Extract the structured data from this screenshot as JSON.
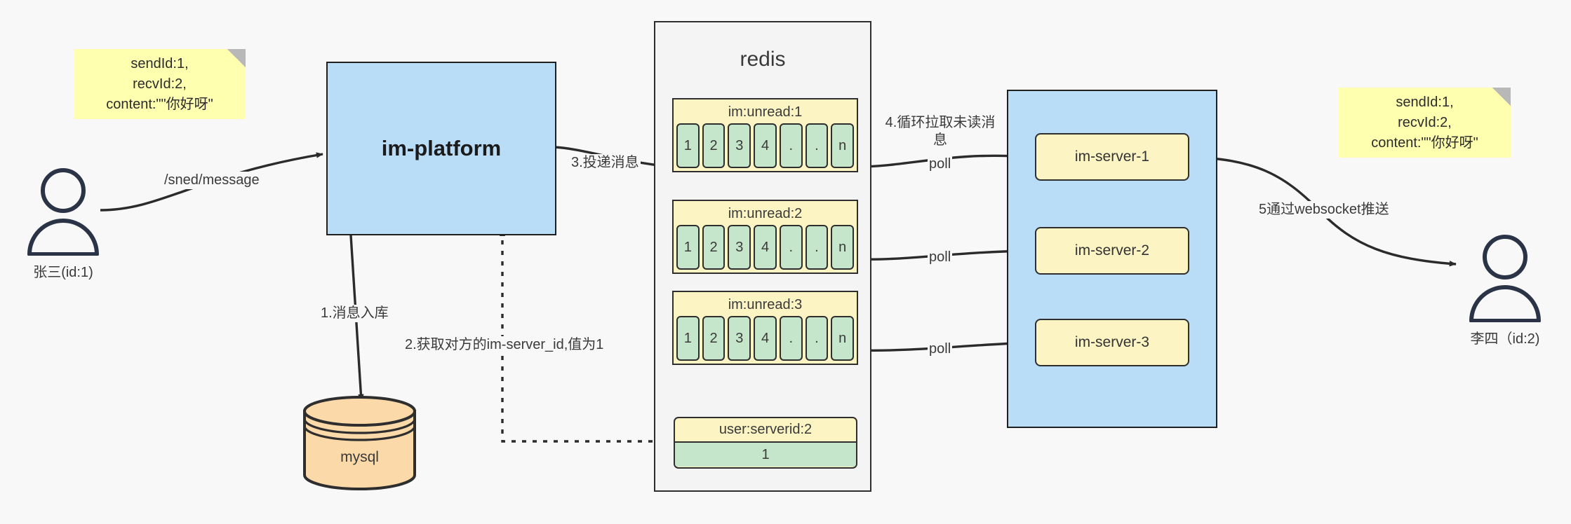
{
  "diagram": {
    "title": "IM message delivery architecture",
    "colors": {
      "note": "#ffffb0",
      "blue": "#b9dcf7",
      "yellow": "#fdf4c3",
      "green": "#c6e6cb",
      "orange": "#fcd9a8",
      "stroke": "#2e2e2e",
      "canvas": "#f8f8f8"
    }
  },
  "notes": {
    "left": "sendId:1,\nrecvId:2,\ncontent:\"\"你好呀\"",
    "right": "sendId:1,\nrecvId:2,\ncontent:\"\"你好呀\""
  },
  "actors": {
    "sender": "张三(id:1)",
    "receiver": "李四（id:2)"
  },
  "platform": {
    "label": "im-platform"
  },
  "database": {
    "label": "mysql"
  },
  "redis": {
    "title": "redis",
    "queues": [
      {
        "key": "im:unread:1",
        "cells": [
          "1",
          "2",
          "3",
          "4",
          ".",
          ".",
          "n"
        ]
      },
      {
        "key": "im:unread:2",
        "cells": [
          "1",
          "2",
          "3",
          "4",
          ".",
          ".",
          "n"
        ]
      },
      {
        "key": "im:unread:3",
        "cells": [
          "1",
          "2",
          "3",
          "4",
          ".",
          ".",
          "n"
        ]
      }
    ],
    "kv": {
      "key": "user:serverid:2",
      "value": "1"
    }
  },
  "servers": {
    "items": [
      {
        "label": "im-server-1"
      },
      {
        "label": "im-server-2"
      },
      {
        "label": "im-server-3"
      }
    ]
  },
  "edges": {
    "send_message": "/sned/message",
    "step1": "1.消息入库",
    "step2": "2.获取对方的im-server_id,值为1",
    "step3": "3.投递消息",
    "step4": "4.循环拉取未读消\n息",
    "poll1": "poll",
    "poll2": "poll",
    "poll3": "poll",
    "step5": "5通过websocket推送"
  }
}
